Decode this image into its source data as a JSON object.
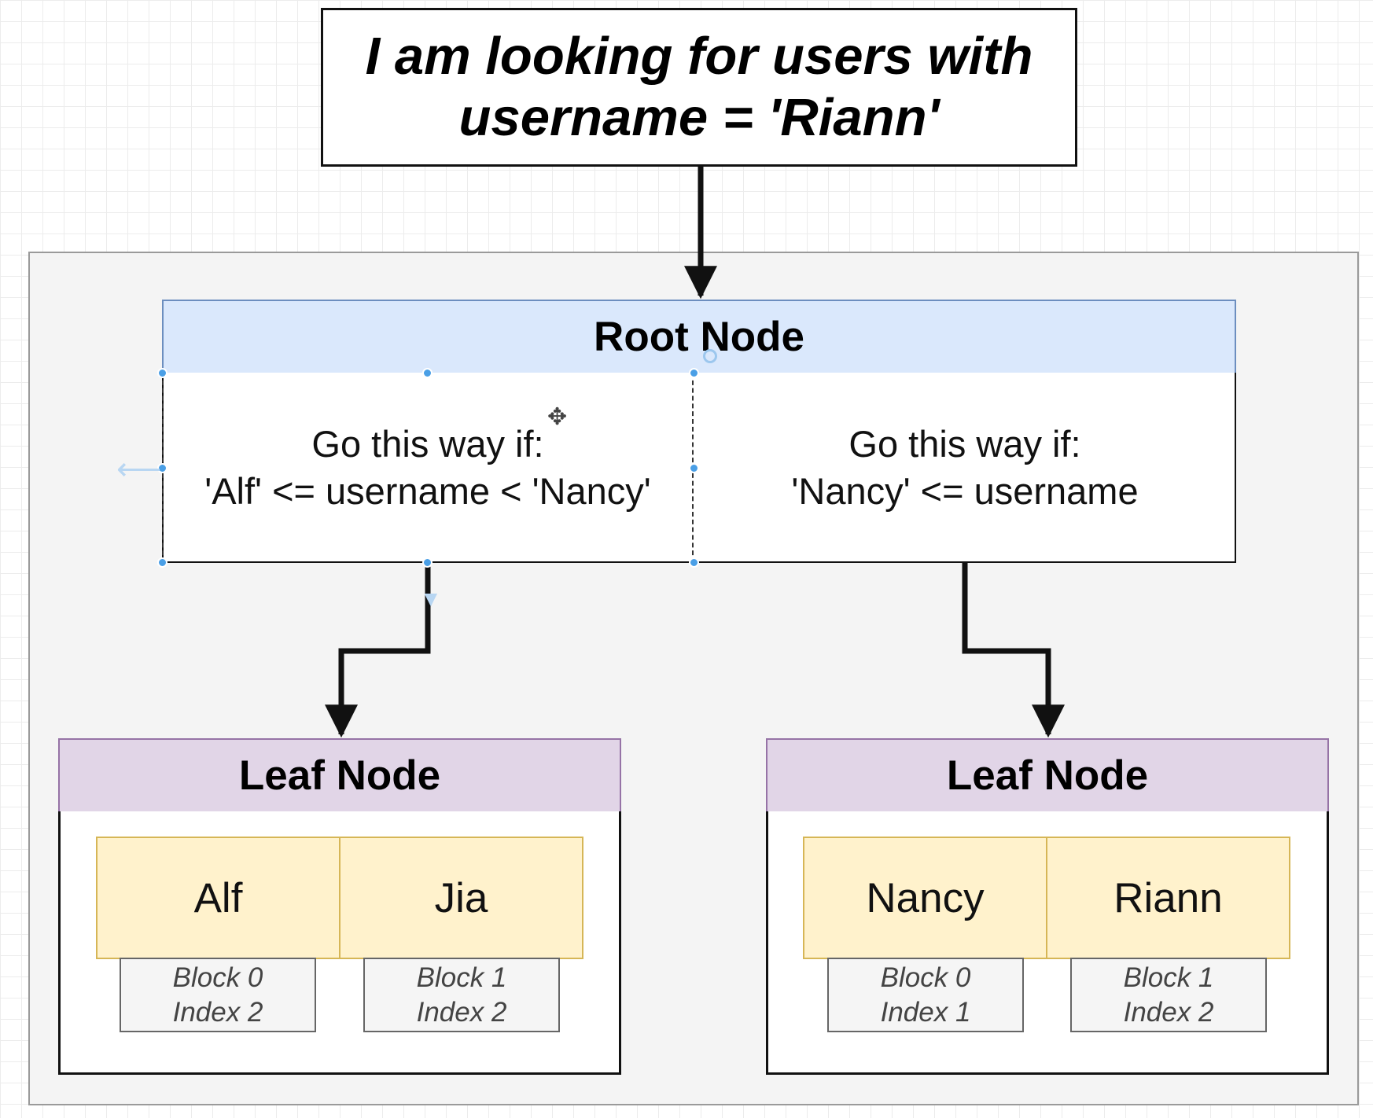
{
  "query": {
    "text": "I am looking for users with\nusername = 'Riann'"
  },
  "root_node": {
    "title": "Root Node",
    "branches": [
      {
        "line1": "Go this way if:",
        "line2": "'Alf' <= username < 'Nancy'"
      },
      {
        "line1": "Go this way if:",
        "line2": "'Nancy' <= username"
      }
    ]
  },
  "leaf_nodes": [
    {
      "title": "Leaf Node",
      "entries": [
        {
          "key": "Alf",
          "block": "Block 0",
          "index": "Index 2"
        },
        {
          "key": "Jia",
          "block": "Block 1",
          "index": "Index 2"
        }
      ]
    },
    {
      "title": "Leaf Node",
      "entries": [
        {
          "key": "Nancy",
          "block": "Block 0",
          "index": "Index 1"
        },
        {
          "key": "Riann",
          "block": "Block 1",
          "index": "Index 2"
        }
      ]
    }
  ],
  "colors": {
    "root_header_fill": "#dae8fc",
    "leaf_header_fill": "#e1d5e7",
    "key_cell_fill": "#fff2cc",
    "selection_handle": "#4a9fe6"
  }
}
